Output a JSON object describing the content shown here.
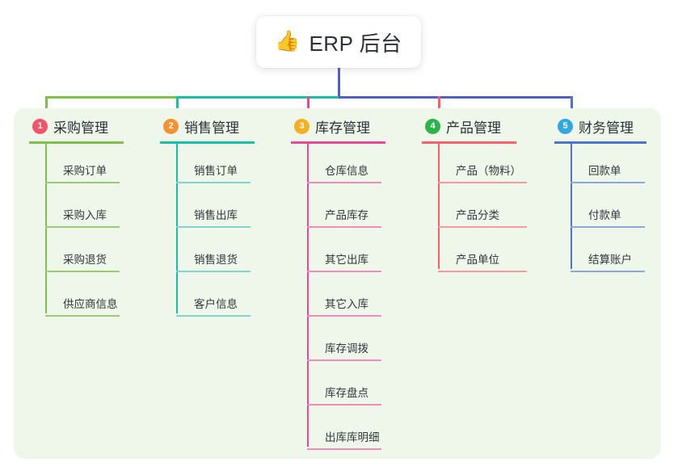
{
  "page": {
    "background": "#ffffff",
    "panel_background": "#eef7e9"
  },
  "root": {
    "icon": "thumbs-up-icon",
    "emoji": "👍",
    "title": "ERP 后台",
    "stem_color": "#4f5fc4"
  },
  "bus": {
    "segments": [
      {
        "color": "#7ec14a"
      },
      {
        "color": "#18bfa8"
      },
      {
        "color": "#4f5fc4"
      },
      {
        "color": "#4f5fc4"
      }
    ]
  },
  "columns": [
    {
      "index": "1",
      "title": "采购管理",
      "badge_color": "#f2556b",
      "line_color": "#7ec14a",
      "leaf_color": "#9acb77",
      "drop_color": "#7ec14a",
      "rule_width": 117,
      "leaf_width": 92,
      "items": [
        "采购订单",
        "采购入库",
        "采购退货",
        "供应商信息"
      ]
    },
    {
      "index": "2",
      "title": "销售管理",
      "badge_color": "#f79233",
      "line_color": "#18bfa8",
      "leaf_color": "#7cd6cb",
      "drop_color": "#18bfa8",
      "rule_width": 117,
      "leaf_width": 92,
      "items": [
        "销售订单",
        "销售出库",
        "销售退货",
        "客户信息"
      ]
    },
    {
      "index": "3",
      "title": "库存管理",
      "badge_color": "#f6ae22",
      "line_color": "#e8489b",
      "leaf_color": "#ef8bbd",
      "drop_color": "#e8489b",
      "rule_width": 117,
      "leaf_width": 92,
      "items": [
        "仓库信息",
        "产品库存",
        "其它出库",
        "其它入库",
        "库存调拨",
        "库存盘点",
        "出库库明细"
      ]
    },
    {
      "index": "4",
      "title": "产品管理",
      "badge_color": "#2bb44a",
      "line_color": "#f4616b",
      "leaf_color": "#f79aa0",
      "drop_color": "#f4616b",
      "rule_width": 117,
      "leaf_width": 110,
      "items": [
        "产品（物料）",
        "产品分类",
        "产品单位"
      ]
    },
    {
      "index": "5",
      "title": "财务管理",
      "badge_color": "#33a8e0",
      "line_color": "#4f73cc",
      "leaf_color": "#8ba6e0",
      "drop_color": "#4f73cc",
      "rule_width": 114,
      "leaf_width": 92,
      "items": [
        "回款单",
        "付款单",
        "结算账户"
      ]
    }
  ]
}
